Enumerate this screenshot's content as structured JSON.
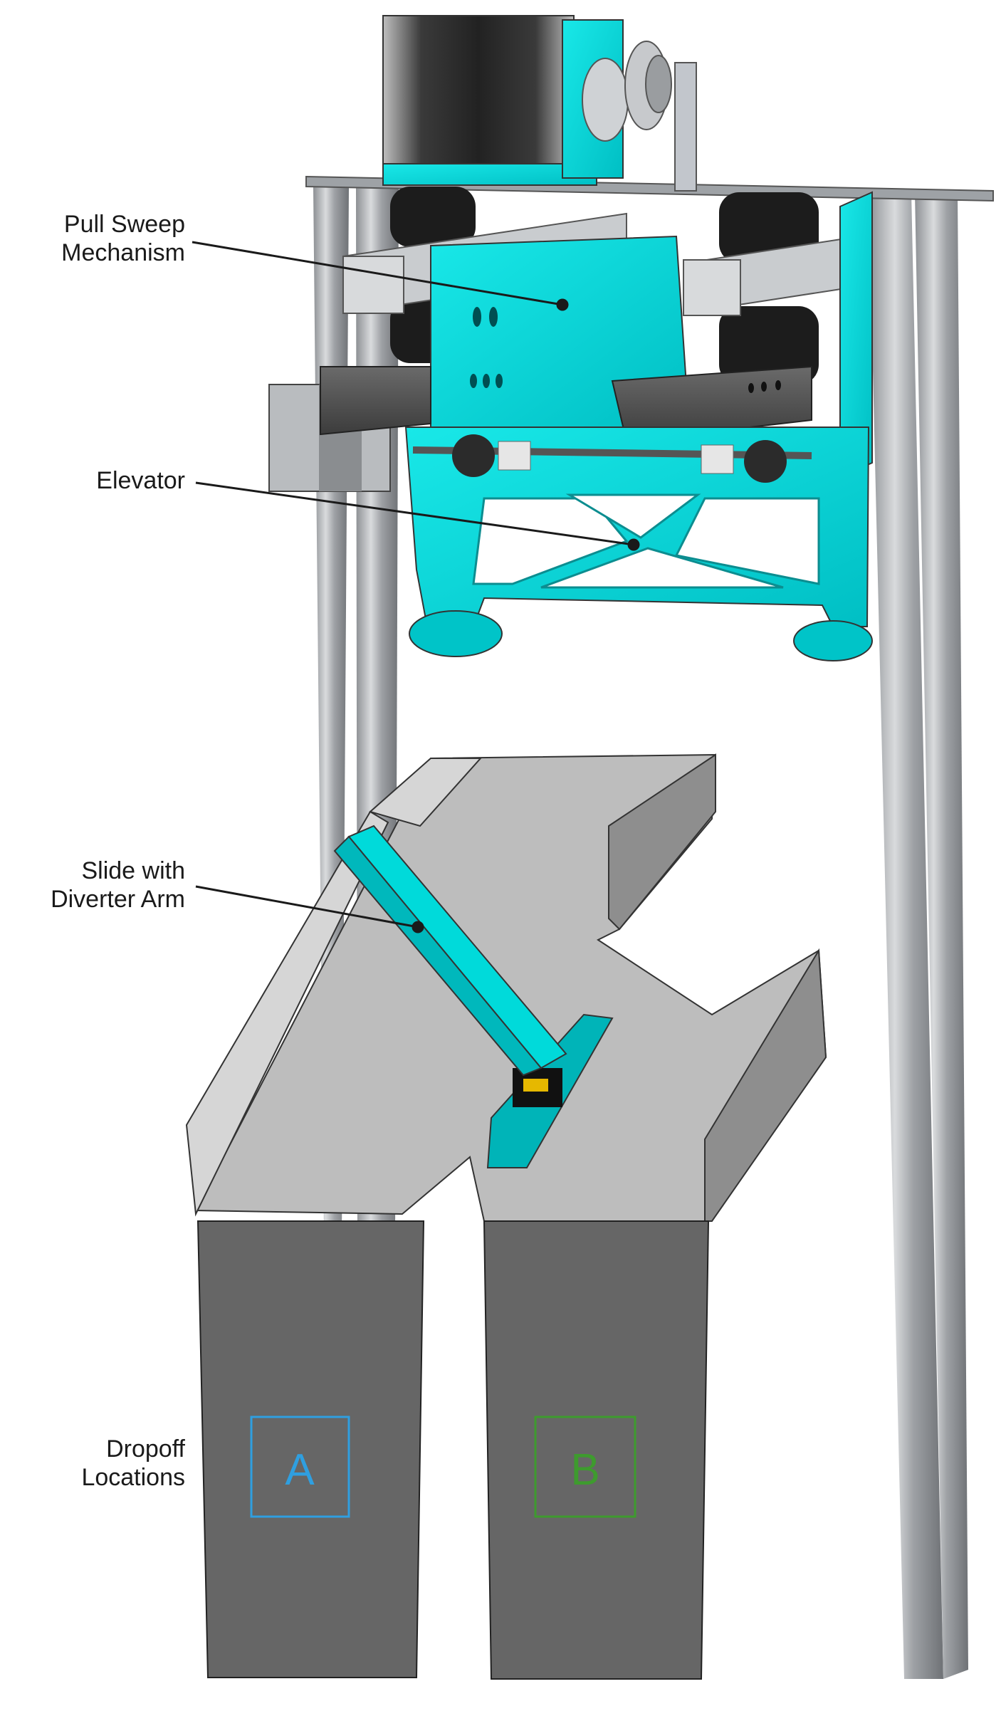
{
  "labels": {
    "pull_sweep": "Pull Sweep\nMechanism",
    "elevator": "Elevator",
    "slide": "Slide with\nDiverter Arm",
    "dropoff": "Dropoff\nLocations"
  },
  "dropoffs": {
    "a": "A",
    "b": "B"
  },
  "colors": {
    "cyan_part": "#00d9d9",
    "cyan_dark": "#00a9ad",
    "aluminum": "#b9bcbf",
    "sheet_light": "#bdbdbd",
    "sheet_dark": "#666666",
    "box_a": "#2f9fe0",
    "box_b": "#3e9b2e",
    "motor_black": "#2a2a2a"
  }
}
